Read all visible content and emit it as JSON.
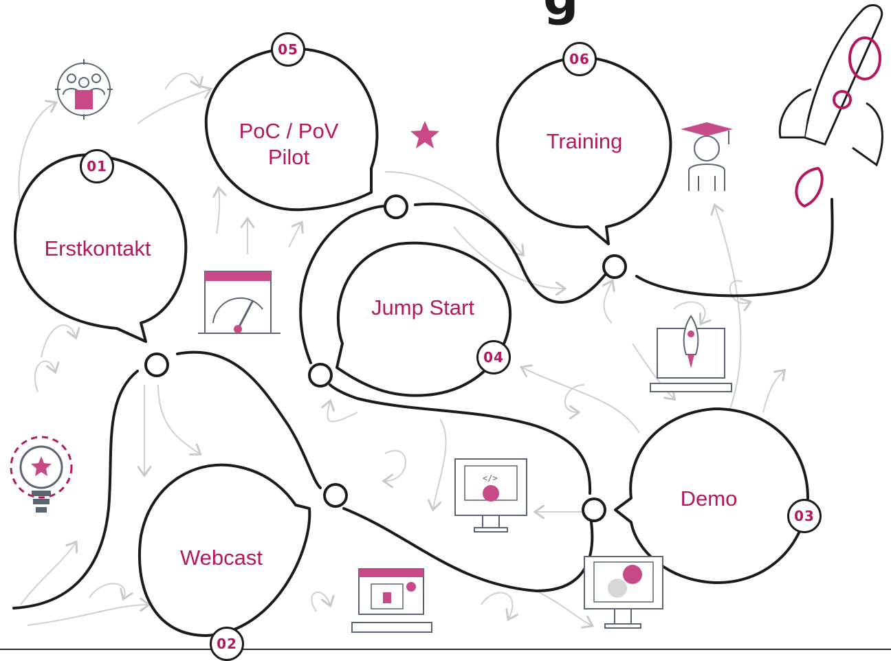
{
  "title_fragment": "g",
  "steps": [
    {
      "number": "01",
      "label": "Erstkontakt"
    },
    {
      "number": "02",
      "label": "Webcast"
    },
    {
      "number": "03",
      "label": "Demo"
    },
    {
      "number": "04",
      "label": "Jump Start"
    },
    {
      "number": "05",
      "label": "PoC / PoV\nPilot"
    },
    {
      "number": "06",
      "label": "Training"
    }
  ],
  "colors": {
    "accent": "#b5175e",
    "outline": "#1b1b1b",
    "arrows": "#c8c8c8",
    "icon_gray": "#5a6370"
  },
  "icons": [
    "team-target-icon",
    "speedometer-dashboard-icon",
    "lightbulb-star-icon",
    "laptop-webinar-icon",
    "monitor-code-settings-icon",
    "monitor-code-icon",
    "laptop-rocket-launch-icon",
    "graduate-icon",
    "star-icon",
    "rocket-icon"
  ]
}
